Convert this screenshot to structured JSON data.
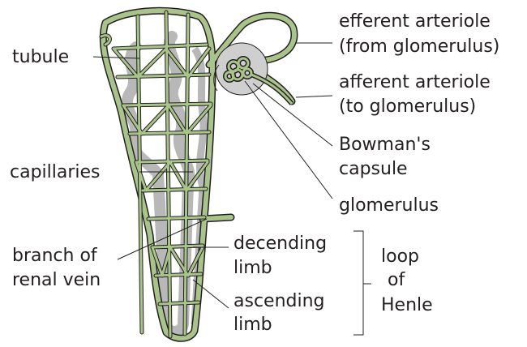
{
  "colors": {
    "vessel": "#a9c48b",
    "outline": "#231f20",
    "capsule": "#cfcfcf",
    "tubule": "#b8b8b8"
  },
  "labels": {
    "tubule": "tubule",
    "capillaries": "capillaries",
    "branch_line1": "branch of",
    "branch_line2": "renal vein",
    "efferent_line1": "efferent arteriole",
    "efferent_line2": "(from glomerulus)",
    "afferent_line1": "afferent arteriole",
    "afferent_line2": "(to glomerulus)",
    "bowman_line1": "Bowman's",
    "bowman_line2": "capsule",
    "glomerulus": "glomerulus",
    "descending_line1": "decending",
    "descending_line2": "limb",
    "ascending_line1": "ascending",
    "ascending_line2": "limb",
    "loop_line1": "loop",
    "loop_line2": "of",
    "loop_line3": "Henle"
  }
}
